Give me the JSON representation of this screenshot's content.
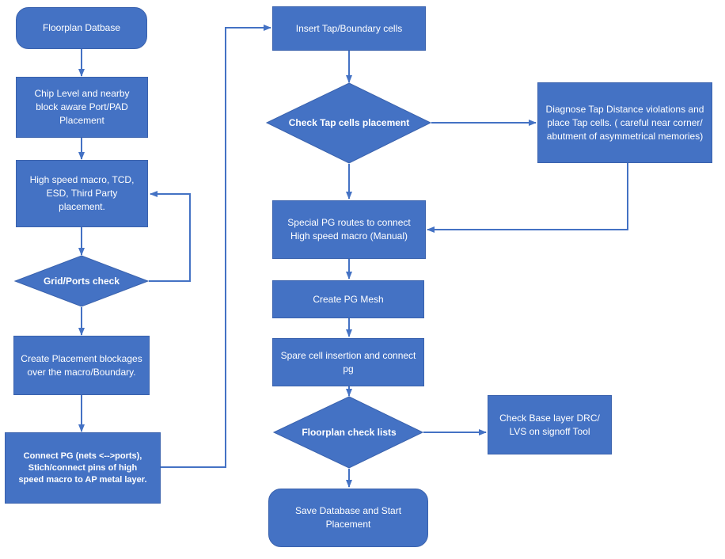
{
  "colors": {
    "box": "#4472C4",
    "line": "#4472C4",
    "text": "#ffffff"
  },
  "nodes": {
    "floorplan_db": "Floorplan Datbase",
    "chip_level": "Chip Level and nearby block aware Port/PAD Placement",
    "high_speed": "High speed macro, TCD, ESD, Third Party placement.",
    "grid_check": "Grid/Ports check",
    "placement_blockages": "Create Placement blockages over the macro/Boundary.",
    "connect_pg": "Connect PG (nets <-->ports), Stich/connect pins of high speed macro  to AP metal layer.",
    "insert_tap": "Insert Tap/Boundary cells",
    "check_tap": "Check Tap cells placement",
    "diagnose_tap": "Diagnose Tap Distance violations and place Tap cells. ( careful near corner/ abutment of asymmetrical memories)",
    "special_pg": "Special PG routes to connect High speed macro (Manual)",
    "pg_mesh": "Create PG Mesh",
    "spare_cell": "Spare cell insertion and connect pg",
    "fp_check": "Floorplan check lists",
    "check_drc": "Check Base layer DRC/ LVS on signoff Tool",
    "save_db": "Save Database and Start Placement"
  }
}
